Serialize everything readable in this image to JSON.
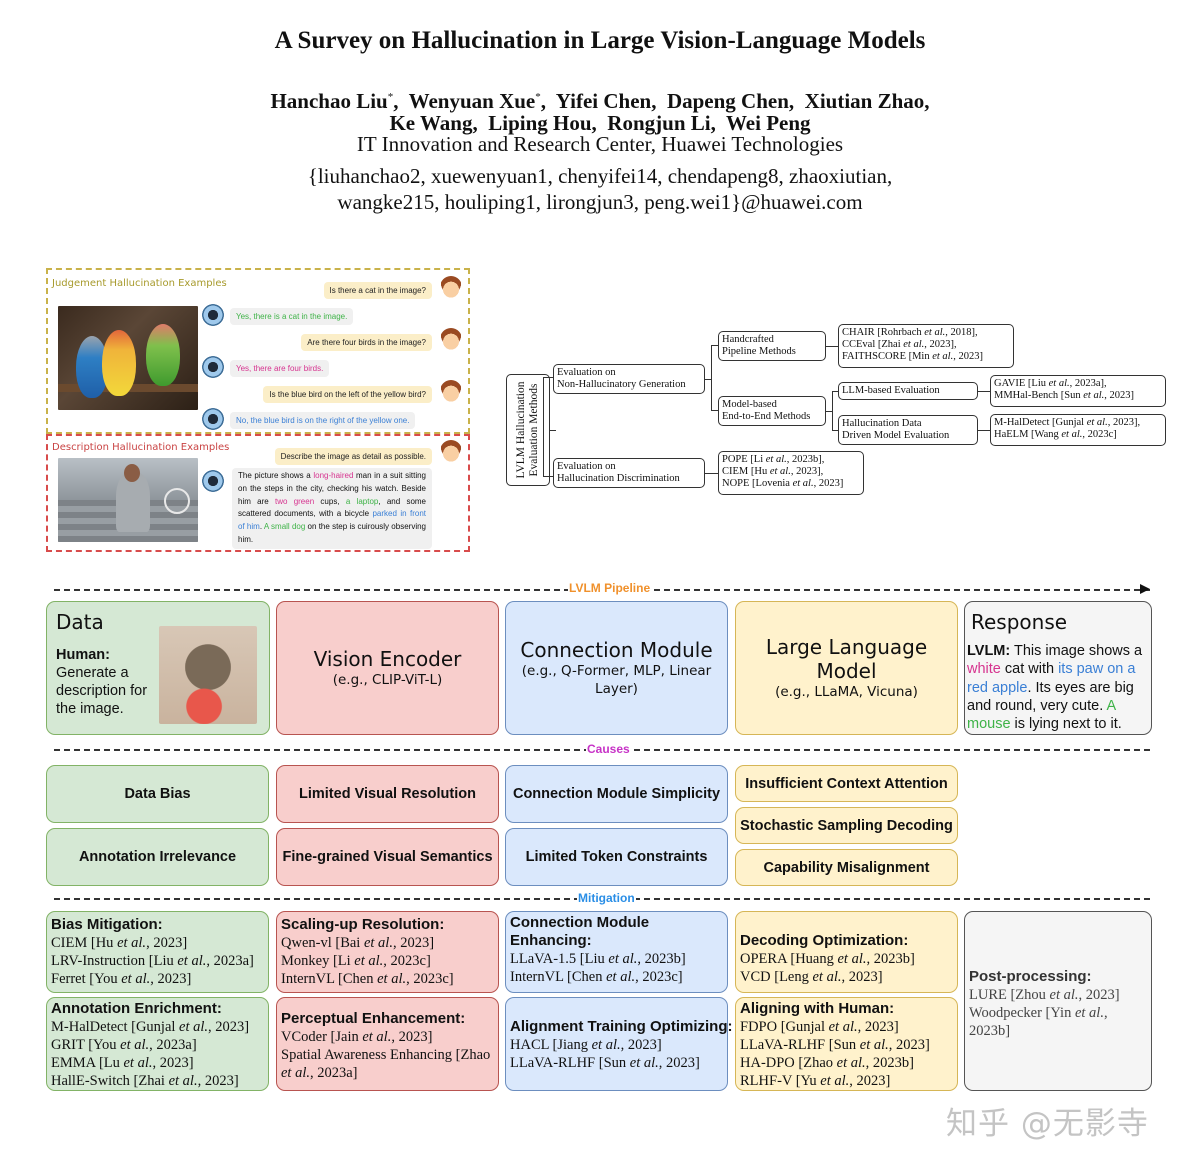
{
  "header": {
    "title": "A Survey on Hallucination in Large Vision-Language Models",
    "authors_line1": [
      {
        "name": "Hanchao Liu",
        "mark": "*"
      },
      {
        "name": "Wenyuan Xue",
        "mark": "*"
      },
      {
        "name": "Yifei Chen",
        "mark": ""
      },
      {
        "name": "Dapeng Chen",
        "mark": ""
      },
      {
        "name": "Xiutian Zhao",
        "mark": ""
      }
    ],
    "authors_line2": [
      "Ke Wang",
      "Liping Hou",
      "Rongjun Li",
      "Wei Peng"
    ],
    "affiliation": "IT Innovation and Research Center, Huawei Technologies",
    "emails_line1": "{liuhanchao2, xuewenyuan1, chenyifei14, chendapeng8, zhaoxiutian,",
    "emails_line2": "wangke215, houliping1, lirongjun3, peng.wei1}@huawei.com"
  },
  "examples": {
    "judgement": {
      "title": "Judgement Hallucination Examples",
      "image": "lovebirds-photo",
      "dialog": [
        {
          "role": "human",
          "text": "Is there a cat in the image?"
        },
        {
          "role": "model",
          "text": "Yes, there is a cat in the image.",
          "color": "green"
        },
        {
          "role": "human",
          "text": "Are there four birds in the image?"
        },
        {
          "role": "model",
          "text": "Yes, there are four birds.",
          "color": "pink"
        },
        {
          "role": "human",
          "text": "Is the blue bird on the left of the yellow bird?"
        },
        {
          "role": "model",
          "text": "No, the blue bird is on the right of the yellow one.",
          "color": "blue"
        }
      ]
    },
    "description": {
      "title": "Description Hallucination Examples",
      "image": "man-on-steps-photo",
      "prompt": "Describe the image as detail as possible.",
      "response_segments": [
        {
          "text": "The picture shows a ",
          "color": ""
        },
        {
          "text": "long-haired",
          "color": "pink"
        },
        {
          "text": " man in a suit sitting on the steps in the city, checking his watch. Beside him are ",
          "color": ""
        },
        {
          "text": "two green",
          "color": "pink"
        },
        {
          "text": " cups, ",
          "color": ""
        },
        {
          "text": "a laptop",
          "color": "green"
        },
        {
          "text": ", and some scattered documents, with a bicycle ",
          "color": ""
        },
        {
          "text": "parked in front of him",
          "color": "blue"
        },
        {
          "text": ". ",
          "color": ""
        },
        {
          "text": "A small dog",
          "color": "green"
        },
        {
          "text": " on the step is cuirously observing him.",
          "color": ""
        }
      ]
    }
  },
  "eval_tree": {
    "root": [
      "LVLM Hallucination",
      "Evaluation Methods"
    ],
    "gen": [
      "Evaluation on",
      "Non-Hallucinatory Generation"
    ],
    "disc": [
      "Evaluation on",
      "Hallucination Discrimination"
    ],
    "handcrafted": [
      "Handcrafted",
      "Pipeline Methods"
    ],
    "handcrafted_refs": [
      [
        "CHAIR [Rohrbach ",
        "et al.",
        ", 2018],"
      ],
      [
        "CCEval [Zhai ",
        "et al.",
        ", 2023],"
      ],
      [
        "FAITHSCORE [Min ",
        "et al.",
        ", 2023]"
      ]
    ],
    "modelbased": [
      "Model-based",
      "End-to-End Methods"
    ],
    "llm_eval": "LLM-based Evaluation",
    "llm_eval_refs": [
      [
        "GAVIE [Liu ",
        "et al.",
        ", 2023a],"
      ],
      [
        "MMHal-Bench [Sun ",
        "et al.",
        ", 2023]"
      ]
    ],
    "data_driven": [
      "Hallucination Data",
      "Driven Model Evaluation"
    ],
    "data_driven_refs": [
      [
        "M-HalDetect [Gunjal ",
        "et al.",
        ", 2023],"
      ],
      [
        "HaELM [Wang ",
        "et al.",
        ", 2023c]"
      ]
    ],
    "disc_refs": [
      [
        "POPE [Li ",
        "et al.",
        ", 2023b],"
      ],
      [
        "CIEM [Hu ",
        "et al.",
        ", 2023],"
      ],
      [
        "NOPE [Lovenia ",
        "et al.",
        ", 2023]"
      ]
    ]
  },
  "pipeline": {
    "label": "LVLM Pipeline",
    "label_color": "#f0912c",
    "stages": [
      {
        "title": "Data",
        "human_label": "Human:",
        "human_text": "Generate a description for the image.",
        "image": "cat-with-apple-photo"
      },
      {
        "title": "Vision Encoder",
        "sub": "(e.g., CLIP-ViT-L)"
      },
      {
        "title": "Connection Module",
        "sub": "(e.g., Q-Former, MLP, Linear Layer)"
      },
      {
        "title": "Large Language Model",
        "sub": "(e.g., LLaMA, Vicuna)"
      },
      {
        "title": "Response",
        "lvlm_label": "LVLM:",
        "segments": [
          {
            "text": " This image shows a ",
            "color": ""
          },
          {
            "text": "white",
            "color": "pink"
          },
          {
            "text": " cat with ",
            "color": ""
          },
          {
            "text": "its paw on a red apple",
            "color": "blue"
          },
          {
            "text": ". Its eyes are big and round, very cute. ",
            "color": ""
          },
          {
            "text": "A mouse",
            "color": "green"
          },
          {
            "text": " is lying next to it.",
            "color": ""
          }
        ]
      }
    ]
  },
  "causes": {
    "label": "Causes",
    "label_color": "#c733c7",
    "data": [
      "Data Bias",
      "Annotation Irrelevance"
    ],
    "vision": [
      "Limited Visual Resolution",
      "Fine-grained Visual Semantics"
    ],
    "connection": [
      "Connection Module Simplicity",
      "Limited Token Constraints"
    ],
    "llm": [
      "Insufficient Context Attention",
      "Stochastic Sampling Decoding",
      "Capability Misalignment"
    ]
  },
  "mitigation": {
    "label": "Mitigation",
    "label_color": "#2a8ee6",
    "data": [
      {
        "heading": "Bias Mitigation:",
        "refs": [
          [
            "CIEM [Hu ",
            "et al.",
            ", 2023]"
          ],
          [
            "LRV-Instruction [Liu ",
            "et al.",
            ", 2023a]"
          ],
          [
            "Ferret [You ",
            "et al.",
            ", 2023]"
          ]
        ]
      },
      {
        "heading": "Annotation Enrichment:",
        "refs": [
          [
            "M-HalDetect [Gunjal ",
            "et al.",
            ", 2023]"
          ],
          [
            "GRIT [You ",
            "et al.",
            ", 2023a]"
          ],
          [
            "EMMA [Lu ",
            "et al.",
            ", 2023]"
          ],
          [
            "HallE-Switch [Zhai ",
            "et al.",
            ", 2023]"
          ]
        ]
      }
    ],
    "vision": [
      {
        "heading": "Scaling-up Resolution:",
        "refs": [
          [
            "Qwen-vl [Bai ",
            "et al.",
            ", 2023]"
          ],
          [
            "Monkey [Li ",
            "et al.",
            ", 2023c]"
          ],
          [
            "InternVL [Chen ",
            "et al.",
            ", 2023c]"
          ]
        ]
      },
      {
        "heading": "Perceptual Enhancement:",
        "refs": [
          [
            "VCoder [Jain ",
            "et al.",
            ", 2023]"
          ],
          [
            "Spatial Awareness Enhancing [Zhao ",
            "et al.",
            ", 2023a]"
          ]
        ]
      }
    ],
    "connection": [
      {
        "heading": "Connection Module Enhancing:",
        "refs": [
          [
            "LLaVA-1.5 [Liu ",
            "et al.",
            ", 2023b]"
          ],
          [
            "InternVL [Chen ",
            "et al.",
            ", 2023c]"
          ]
        ]
      },
      {
        "heading": "Alignment Training Optimizing:",
        "refs": [
          [
            "HACL [Jiang ",
            "et al.",
            ", 2023]"
          ],
          [
            "LLaVA-RLHF [Sun ",
            "et al.",
            ", 2023]"
          ]
        ]
      }
    ],
    "llm": [
      {
        "heading": "Decoding Optimization:",
        "refs": [
          [
            "OPERA [Huang ",
            "et al.",
            ", 2023b]"
          ],
          [
            "VCD [Leng ",
            "et al.",
            ", 2023]"
          ]
        ]
      },
      {
        "heading": "Aligning with Human:",
        "refs": [
          [
            "FDPO [Gunjal ",
            "et al.",
            ", 2023]"
          ],
          [
            "LLaVA-RLHF [Sun ",
            "et al.",
            ", 2023]"
          ],
          [
            "HA-DPO [Zhao ",
            "et al.",
            ", 2023b]"
          ],
          [
            "RLHF-V [Yu ",
            "et al.",
            ", 2023]"
          ]
        ]
      }
    ],
    "post": {
      "heading": "Post-processing:",
      "refs": [
        [
          "LURE [Zhou ",
          "et al.",
          ", 2023]"
        ],
        [
          "Woodpecker [Yin ",
          "et al.",
          ", 2023b]"
        ]
      ]
    }
  },
  "colors": {
    "green_fill": "#d5e8d4",
    "red_fill": "#f8cecc",
    "blue_fill": "#dae8fc",
    "yellow_fill": "#fff2cc",
    "gray_fill": "#f5f5f5",
    "hl_green": "#3fb348",
    "hl_pink": "#d6338f",
    "hl_blue": "#3a7fd5"
  },
  "watermark": "知乎 @无影寺"
}
